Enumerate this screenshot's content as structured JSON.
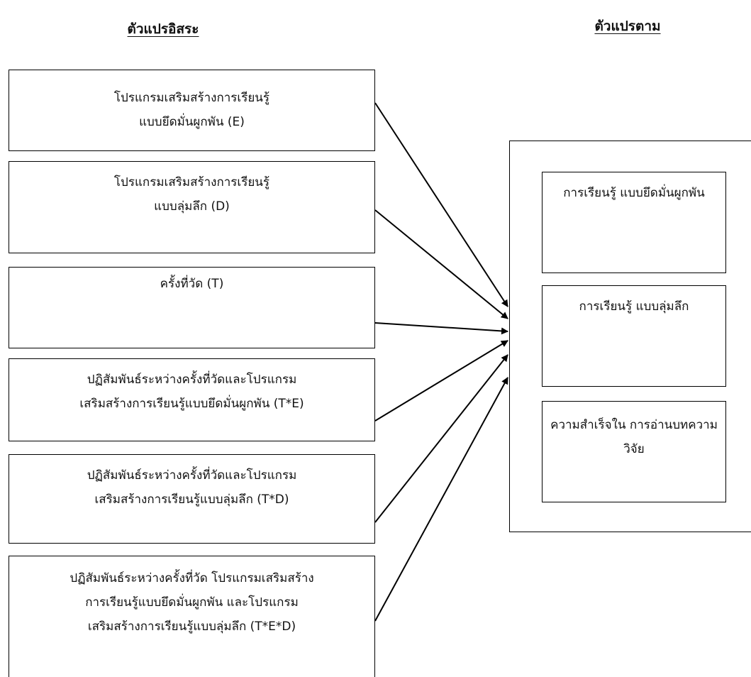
{
  "headings": {
    "independent": "ตัวแปรอิสระ",
    "dependent": "ตัวแปรตาม"
  },
  "independent_variables": [
    {
      "lines": [
        "โปรแกรมเสริมสร้างการเรียนรู้",
        "แบบยึดมั่นผูกพัน (E)"
      ]
    },
    {
      "lines": [
        "โปรแกรมเสริมสร้างการเรียนรู้",
        "แบบลุ่มลึก (D)"
      ]
    },
    {
      "lines": [
        "ครั้งที่วัด (T)"
      ]
    },
    {
      "lines": [
        "ปฏิสัมพันธ์ระหว่างครั้งที่วัดและโปรแกรม",
        "เสริมสร้างการเรียนรู้แบบยึดมั่นผูกพัน (T*E)"
      ]
    },
    {
      "lines": [
        "ปฏิสัมพันธ์ระหว่างครั้งที่วัดและโปรแกรม",
        "เสริมสร้างการเรียนรู้แบบลุ่มลึก (T*D)"
      ]
    },
    {
      "lines": [
        "ปฏิสัมพันธ์ระหว่างครั้งที่วัด โปรแกรมเสริมสร้าง",
        "การเรียนรู้แบบยึดมั่นผูกพัน และโปรแกรม",
        "เสริมสร้างการเรียนรู้แบบลุ่มลึก (T*E*D)"
      ]
    }
  ],
  "dependent_variables": [
    {
      "lines": [
        "การเรียนรู้",
        "แบบยึดมั่นผูกพัน"
      ]
    },
    {
      "lines": [
        "การเรียนรู้",
        "แบบลุ่มลึก"
      ]
    },
    {
      "lines": [
        "ความสำเร็จใน",
        "การอ่านบทความวิจัย"
      ]
    }
  ]
}
